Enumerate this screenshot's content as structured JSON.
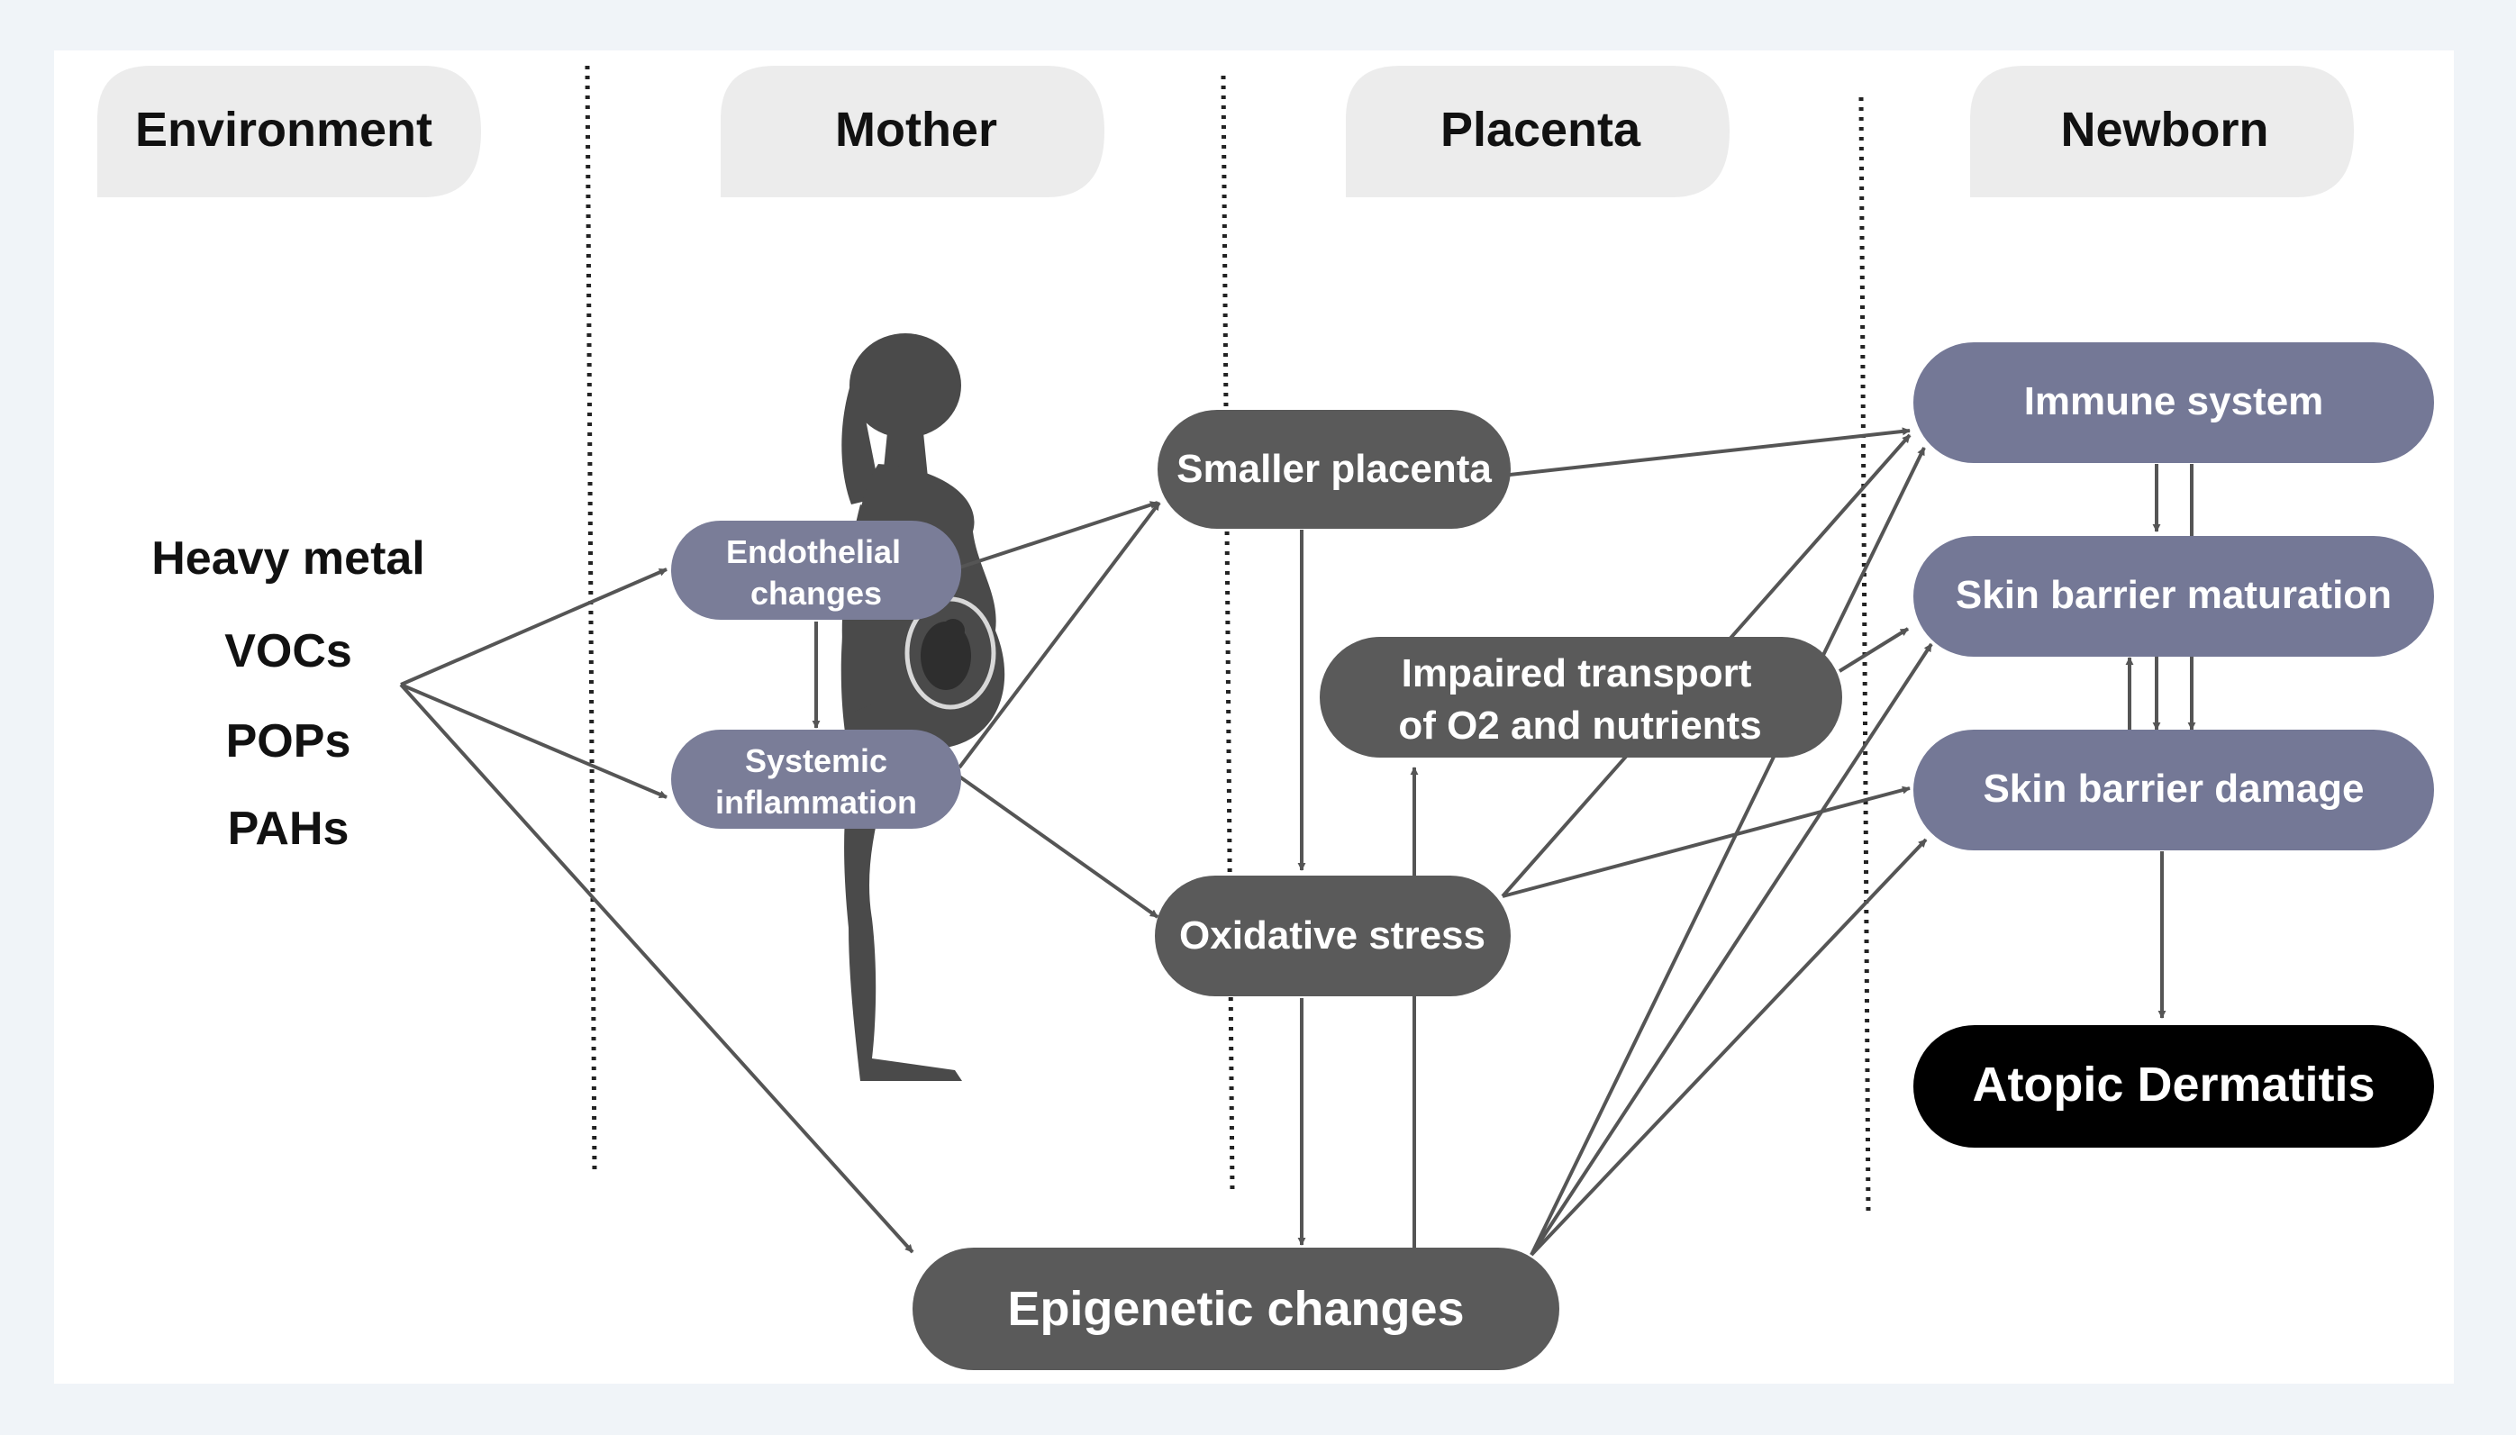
{
  "columns": {
    "environment": "Environment",
    "mother": "Mother",
    "placenta": "Placenta",
    "newborn": "Newborn"
  },
  "exposures": [
    "Heavy metal",
    "VOCs",
    "POPs",
    "PAHs"
  ],
  "nodes": {
    "endothelial": [
      "Endothelial",
      "changes"
    ],
    "systemic": [
      "Systemic",
      "inflammation"
    ],
    "smaller_placenta": "Smaller placenta",
    "impaired_transport": [
      "Impaired transport",
      "of O2 and nutrients"
    ],
    "oxidative_stress": "Oxidative stress",
    "epigenetic": "Epigenetic changes",
    "immune_system": "Immune system",
    "skin_barrier_maturation": "Skin barrier maturation",
    "skin_barrier_damage": "Skin barrier damage",
    "atopic_dermatitis": "Atopic Dermatitis"
  },
  "colors": {
    "page_background": "#f0f4f8",
    "header_fill": "#ececec",
    "mother_node_fill": "#7a7d98",
    "placenta_node_fill": "#5a5a5a",
    "newborn_node_fill": "#747896",
    "outcome_fill": "#000000",
    "silhouette": "#4a4a4a",
    "arrow": "#555555"
  }
}
